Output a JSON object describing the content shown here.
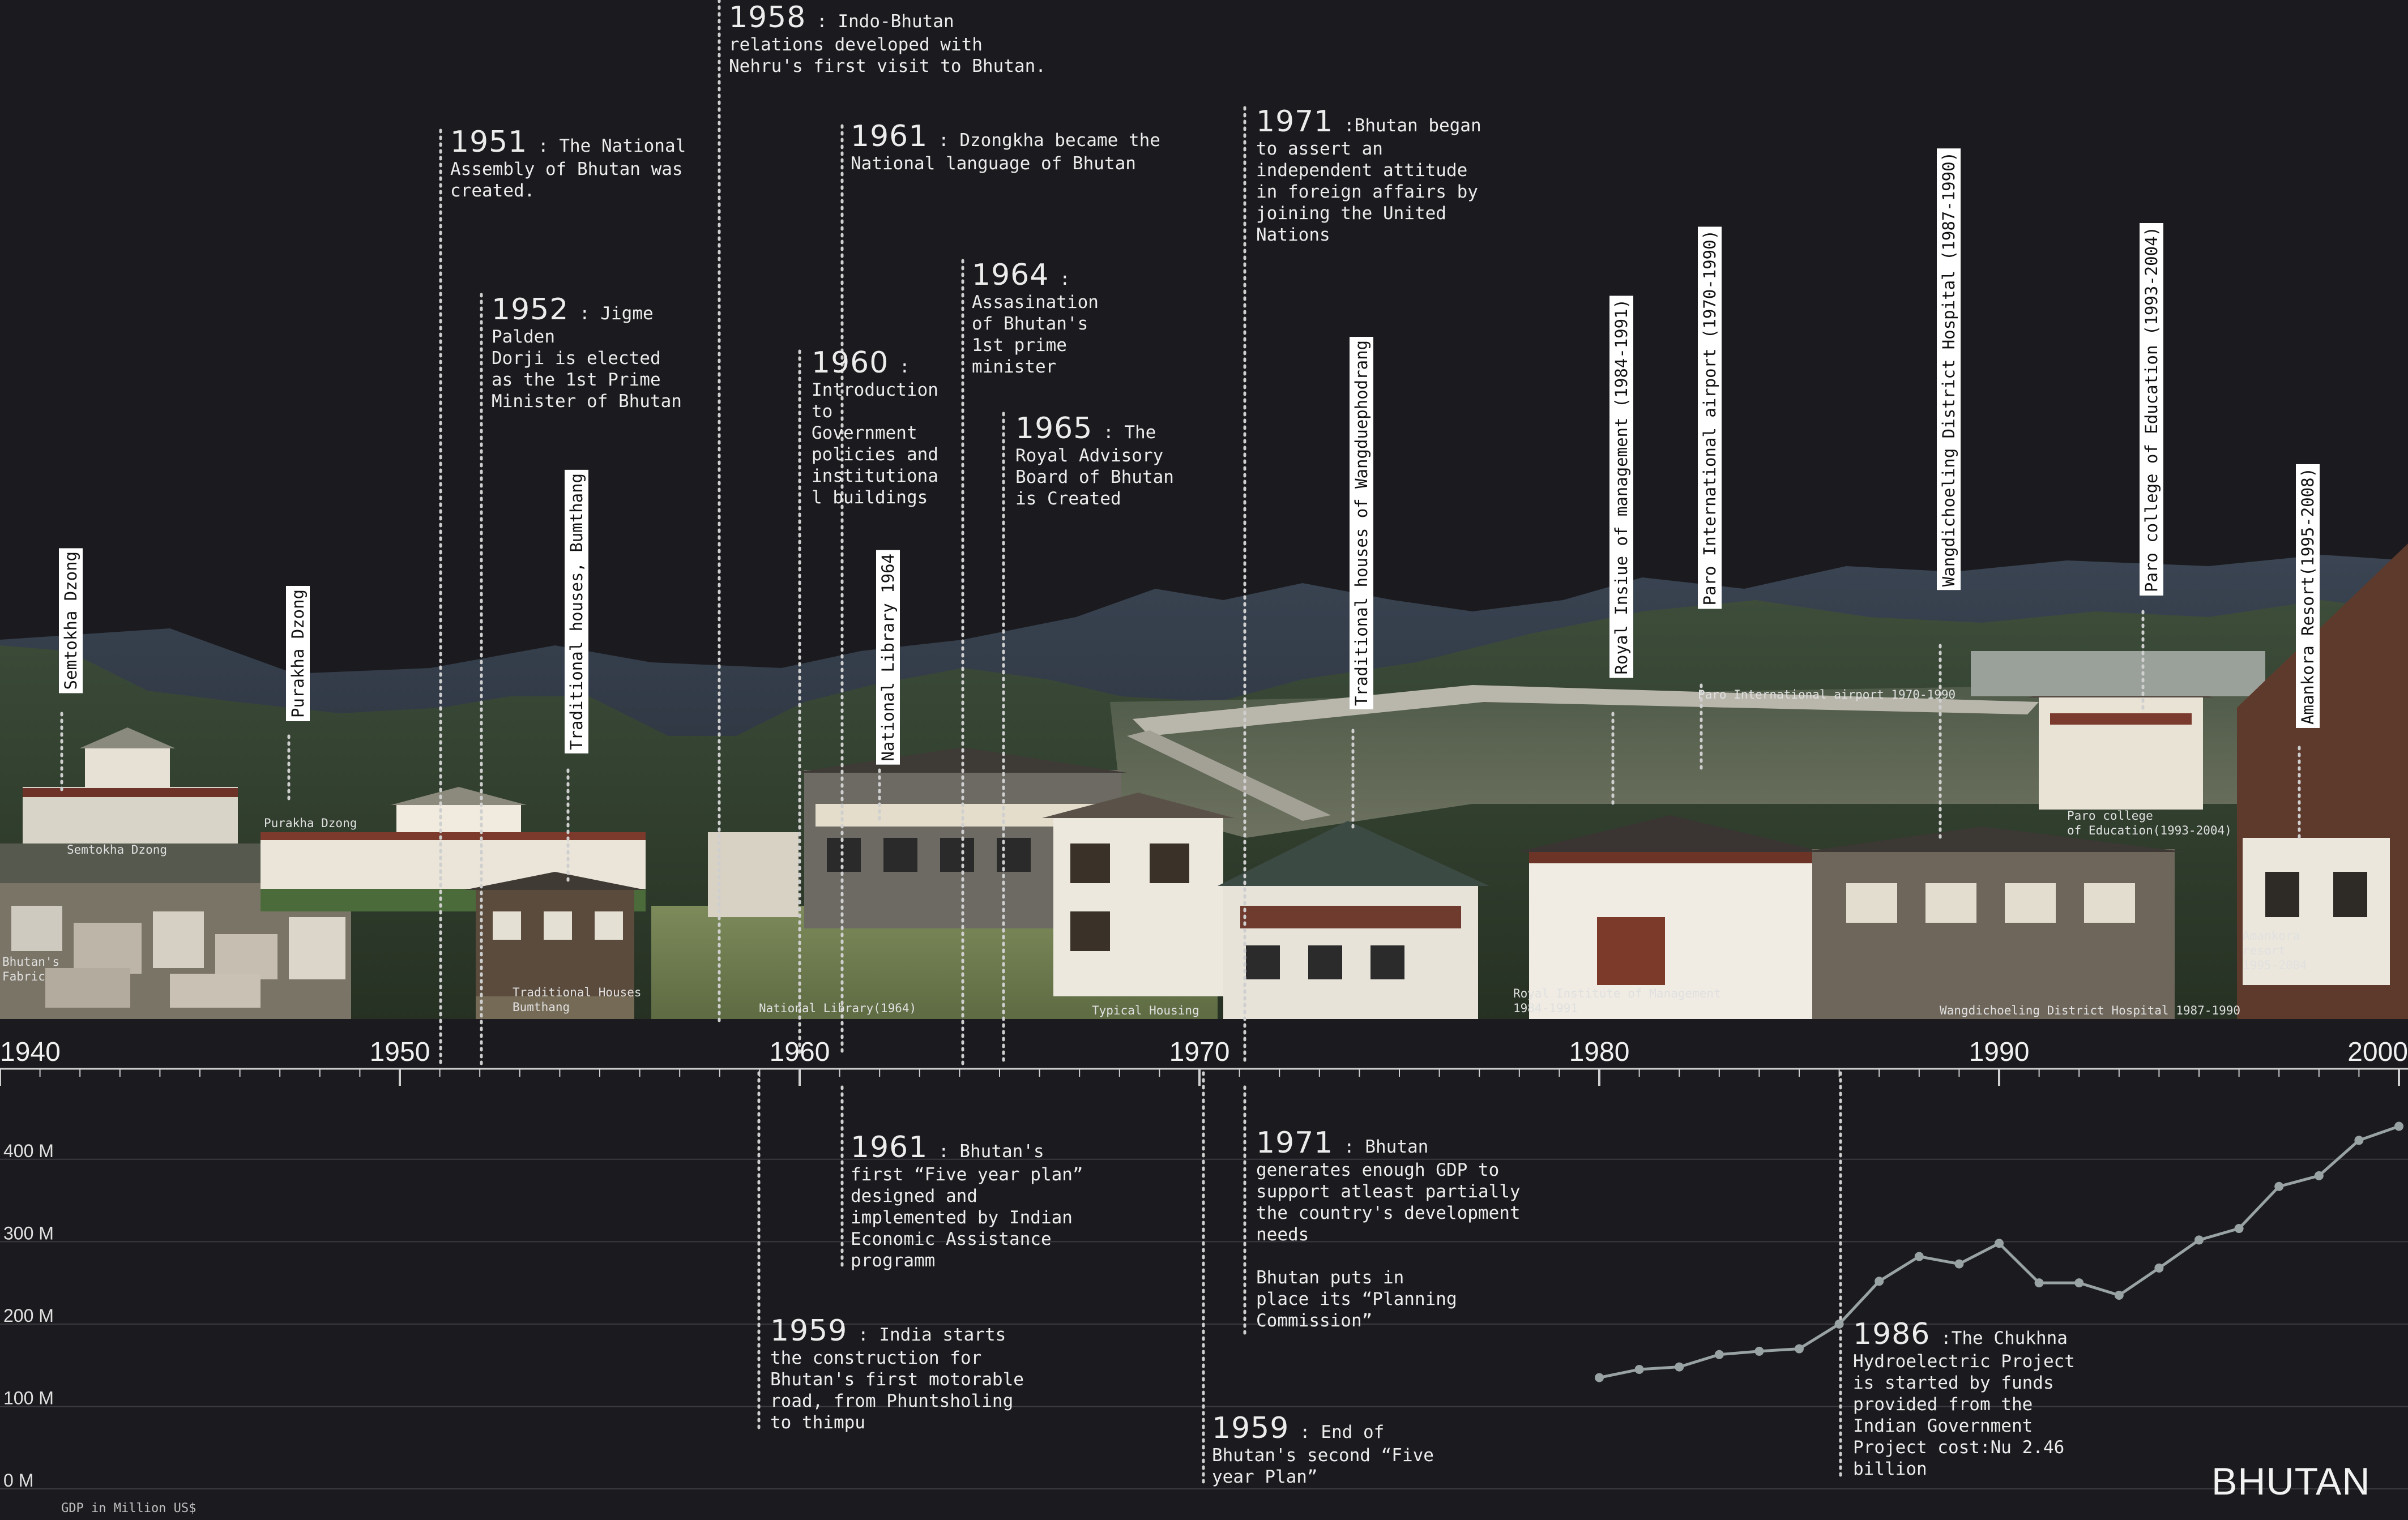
{
  "brand": "BHUTAN",
  "timeline": {
    "ticks": [
      "1940",
      "1950",
      "1960",
      "1970",
      "1980",
      "1990",
      "2000"
    ]
  },
  "events_top": [
    {
      "year": "1958",
      "text": " : Indo-Bhutan\nrelations developed with\nNehru's first visit to Bhutan."
    },
    {
      "year": "1951",
      "text": " : The National\nAssembly of Bhutan was\ncreated."
    },
    {
      "year": "1961",
      "text": " : Dzongkha became the\nNational language of Bhutan"
    },
    {
      "year": "1971",
      "text": " :Bhutan began\nto assert an\nindependent attitude\nin foreign affairs by\njoining the United\nNations"
    },
    {
      "year": "1964",
      "text": " :\nAssasination\nof Bhutan's\n1st prime\nminister"
    },
    {
      "year": "1952",
      "text": " : Jigme\nPalden\nDorji is elected\nas the 1st Prime\nMinister of Bhutan"
    },
    {
      "year": "1960",
      "text": " :\nIntroduction\nto\nGovernment\npolicies and\ninstitutiona\nl buildings"
    },
    {
      "year": "1965",
      "text": " : The\nRoyal Advisory\nBoard of Bhutan\nis Created"
    }
  ],
  "events_bottom": [
    {
      "year": "1961",
      "text": " : Bhutan's\nfirst “Five year plan”\ndesigned and\nimplemented by Indian\nEconomic Assistance\nprogramm"
    },
    {
      "year": "1971",
      "text": " : Bhutan\ngenerates enough GDP to\nsupport atleast partially\nthe country's development\nneeds\n\nBhutan puts in\nplace its “Planning\nCommission”"
    },
    {
      "year": "1959",
      "text": " : India starts\nthe construction for\nBhutan's first motorable\nroad, from Phuntsholing\nto thimpu"
    },
    {
      "year": "1959",
      "text": " : End of\nBhutan's second “Five\nyear Plan”"
    },
    {
      "year": "1986",
      "text": " :The Chukhna\nHydroelectric Project\nis started by funds\nprovided from the\nIndian Government\nProject cost:Nu 2.46\nbillion"
    }
  ],
  "building_labels": [
    "Semtokha Dzong",
    "Purakha Dzong",
    "Traditional houses, Bumthang",
    "National Library 1964",
    "Traditional houses of Wangduephodrang",
    "Royal Insiue of management (1984-1991)",
    "Paro International airport (1970-1990)",
    "Wangdichoeling District Hospital (1987-1990)",
    "Paro college of Education (1993-2004)",
    "Amankora Resort(1995-2008)"
  ],
  "photo_captions": [
    "Semtokha Dzong",
    "Purakha Dzong",
    "Bhutan's\nFabric",
    "Traditional Houses\nBumthang",
    "National Library(1964)",
    "Typical Housing",
    "Paro International airport 1970-1990",
    "Royal Institute of Management\n1984-1991",
    "Paro college\nof Education(1993-2004)",
    "Amankora\nresort\n1995-2004",
    "Wangdichoeling District Hospital 1987-1990"
  ],
  "colors": {
    "background": "#1b1b1f",
    "text": "#ececec",
    "dotted_line": "#cfcfcf",
    "gdp_line": "#9aa3a3",
    "label_bg": "#ffffff",
    "label_text": "#111111"
  },
  "chart_data": {
    "type": "line",
    "title": "",
    "xlabel": "",
    "ylabel": "GDP in Million US$",
    "xlim": [
      1940,
      2000
    ],
    "ylim": [
      0,
      450
    ],
    "y_ticks": [
      0,
      100,
      200,
      300,
      400
    ],
    "y_tick_labels": [
      "0 M",
      "100 M",
      "200 M",
      "300 M",
      "400 M"
    ],
    "x_ticks": [
      1940,
      1950,
      1960,
      1970,
      1980,
      1990,
      2000
    ],
    "grid": true,
    "series": [
      {
        "name": "",
        "x": [
          1980,
          1981,
          1982,
          1983,
          1984,
          1985,
          1986,
          1987,
          1988,
          1989,
          1990,
          1991,
          1992,
          1993,
          1994,
          1995,
          1996,
          1997,
          1998,
          1999,
          2000
        ],
        "values": [
          135,
          145,
          148,
          163,
          167,
          170,
          200,
          252,
          282,
          273,
          298,
          250,
          250,
          235,
          268,
          302,
          316,
          367,
          380,
          423,
          440
        ]
      }
    ]
  }
}
